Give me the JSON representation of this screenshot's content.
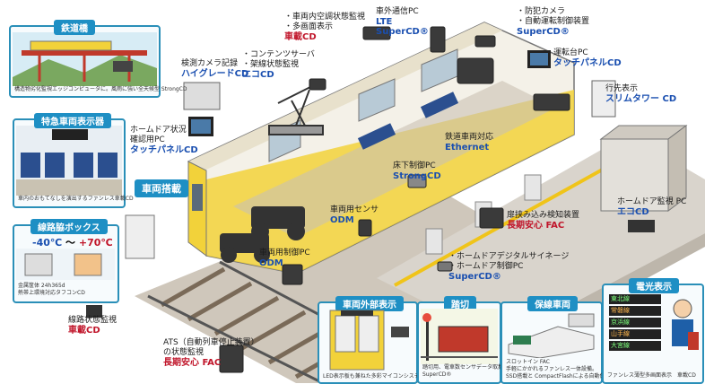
{
  "colors": {
    "accent": "#1e8fc4",
    "product_blue": "#1a4fb0",
    "product_red": "#c0152a",
    "train_yellow": "#f2d23a",
    "track": "#6a5a4a"
  },
  "center_tag": "車両搭載",
  "labels": {
    "lte": {
      "line1": "車外通信PC",
      "product1": "LTE",
      "product2": "SuperCD®"
    },
    "aircon": {
      "line1": "・車両内空調状態監視",
      "line2": "・多画面表示",
      "product": "車載CD"
    },
    "security": {
      "line1": "・防犯カメラ",
      "line2": "・自動運転制御装置",
      "product": "SuperCD®"
    },
    "content": {
      "line1": "・コンテンツサーバ",
      "line2": "・架線状態監視",
      "product": "エコCD"
    },
    "camera": {
      "line1": "検測カメラ記録",
      "product": "ハイグレードCD"
    },
    "driver": {
      "line1": "運転台PC",
      "product": "タッチパネルCD"
    },
    "homedoor_pc": {
      "line1": "ホームドア状況",
      "line2": "確認用PC",
      "product": "タッチパネルCD"
    },
    "ethernet": {
      "line1": "鉄道車両対応",
      "product": "Ethernet"
    },
    "destination": {
      "line1": "行先表示",
      "product": "スリムタワー CD"
    },
    "underfloor": {
      "line1": "床下制御PC",
      "product": "StrongCD"
    },
    "sensor": {
      "line1": "車両用センサ",
      "product": "ODM"
    },
    "pinch": {
      "line1": "扉挟み込み検知装置",
      "product": "長期安心 FAC"
    },
    "homedoor_monitor": {
      "line1": "ホームドア監視 PC",
      "product": "エコCD"
    },
    "odm": {
      "line1": "車両用制御PC",
      "product": "ODM"
    },
    "signage": {
      "line1": "・ホームドアデジタルサイネージ",
      "line2": "・ホームドア制御PC",
      "product": "SuperCD®"
    },
    "ats": {
      "line1": "ATS（自動列車停止装置）",
      "line2": "の状態監視",
      "product": "長期安心 FAC"
    },
    "line_monitor": {
      "line1": "線路状態監視",
      "product": "車載CD"
    }
  },
  "panels": {
    "bridge": {
      "title": "鉄道橋",
      "caption": "構造物劣化監視エッジコンピュータに。風雨に強い全天候型 StrongCD"
    },
    "express": {
      "title": "特急車両表示器",
      "caption": "車内のおもてなしを演出するファンレス車載CD"
    },
    "trackside": {
      "title": "線路脇ボックス",
      "temp_low": "-40℃",
      "temp_sep": "～",
      "temp_high": "+70℃",
      "caption1": "金属筐体 24h365d",
      "caption2": "熱帯上環境対応タフコンCD"
    },
    "exterior": {
      "title": "車両外部表示",
      "caption": "LED表示板も兼ねた多彩マイコンシステムの機能"
    },
    "crossing": {
      "title": "踏切",
      "caption1": "踏切用、電車数センサデータ取集に",
      "caption2": "SuperCD®"
    },
    "maintenance": {
      "title": "保線車両",
      "caption1": "スロットイン FAC",
      "caption2": "手軽にかかれるファンレス一体設備。",
      "caption3": "SSD搭載と CompactFlashによる自動保存"
    },
    "electric": {
      "title": "電光表示",
      "caption": "ファンレス薄型多画面表示　車載CD",
      "rows": [
        "東北線",
        "常磐線",
        "京浜線",
        "山手線",
        "大宮線"
      ]
    }
  }
}
